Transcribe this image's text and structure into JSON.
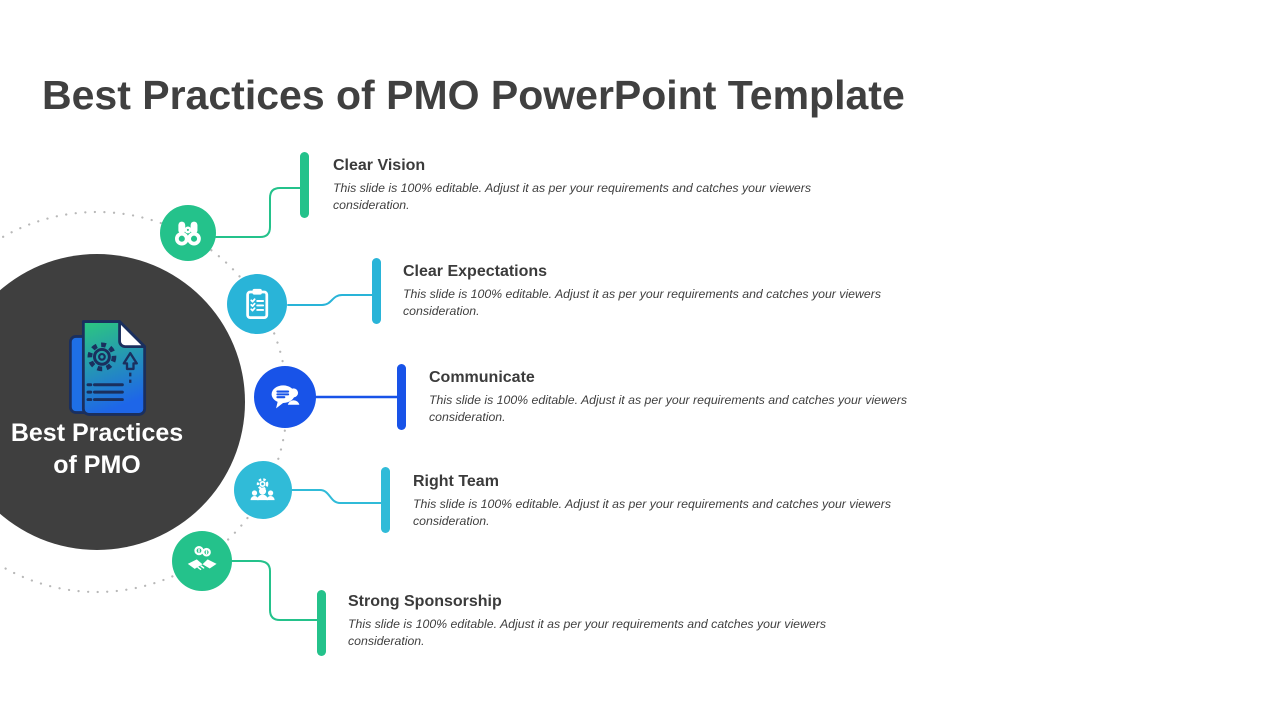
{
  "slide": {
    "title": "Best Practices of PMO PowerPoint Template"
  },
  "hub": {
    "label_line1": "Best Practices",
    "label_line2": "of PMO",
    "icon": "document-gear-arrow-icon",
    "circle_color": "#3f3f3f"
  },
  "items": [
    {
      "title": "Clear Vision",
      "description": "This slide is 100% editable. Adjust it as per your requirements and catches your viewers consideration.",
      "icon": "binoculars-icon",
      "color": "#24c28b"
    },
    {
      "title": "Clear Expectations",
      "description": "This slide is 100% editable. Adjust it as per your requirements and catches your viewers consideration.",
      "icon": "clipboard-icon",
      "color": "#29b4d8"
    },
    {
      "title": "Communicate",
      "description": "This slide is 100% editable. Adjust it as per your requirements and catches your viewers consideration.",
      "icon": "chat-person-icon",
      "color": "#1853e8"
    },
    {
      "title": "Right Team",
      "description": "This slide is 100% editable. Adjust it as per your requirements and catches your viewers consideration.",
      "icon": "team-gear-icon",
      "color": "#30bbd8"
    },
    {
      "title": "Strong Sponsorship",
      "description": "This slide is 100% editable. Adjust it as per your requirements and catches your viewers consideration.",
      "icon": "handshake-coins-icon",
      "color": "#24c28b"
    }
  ],
  "colors": {
    "background": "#ffffff",
    "title_text": "#404040",
    "heading_text": "#3b3b3b",
    "body_text": "#3f3f3f",
    "hub_circle": "#3f3f3f",
    "hub_label_text": "#ffffff",
    "dotted_ring": "#b8b8b8",
    "doc_gradient_top": "#2cc87e",
    "doc_gradient_bottom": "#1e66e8",
    "doc_outline": "#1a2f5e"
  }
}
